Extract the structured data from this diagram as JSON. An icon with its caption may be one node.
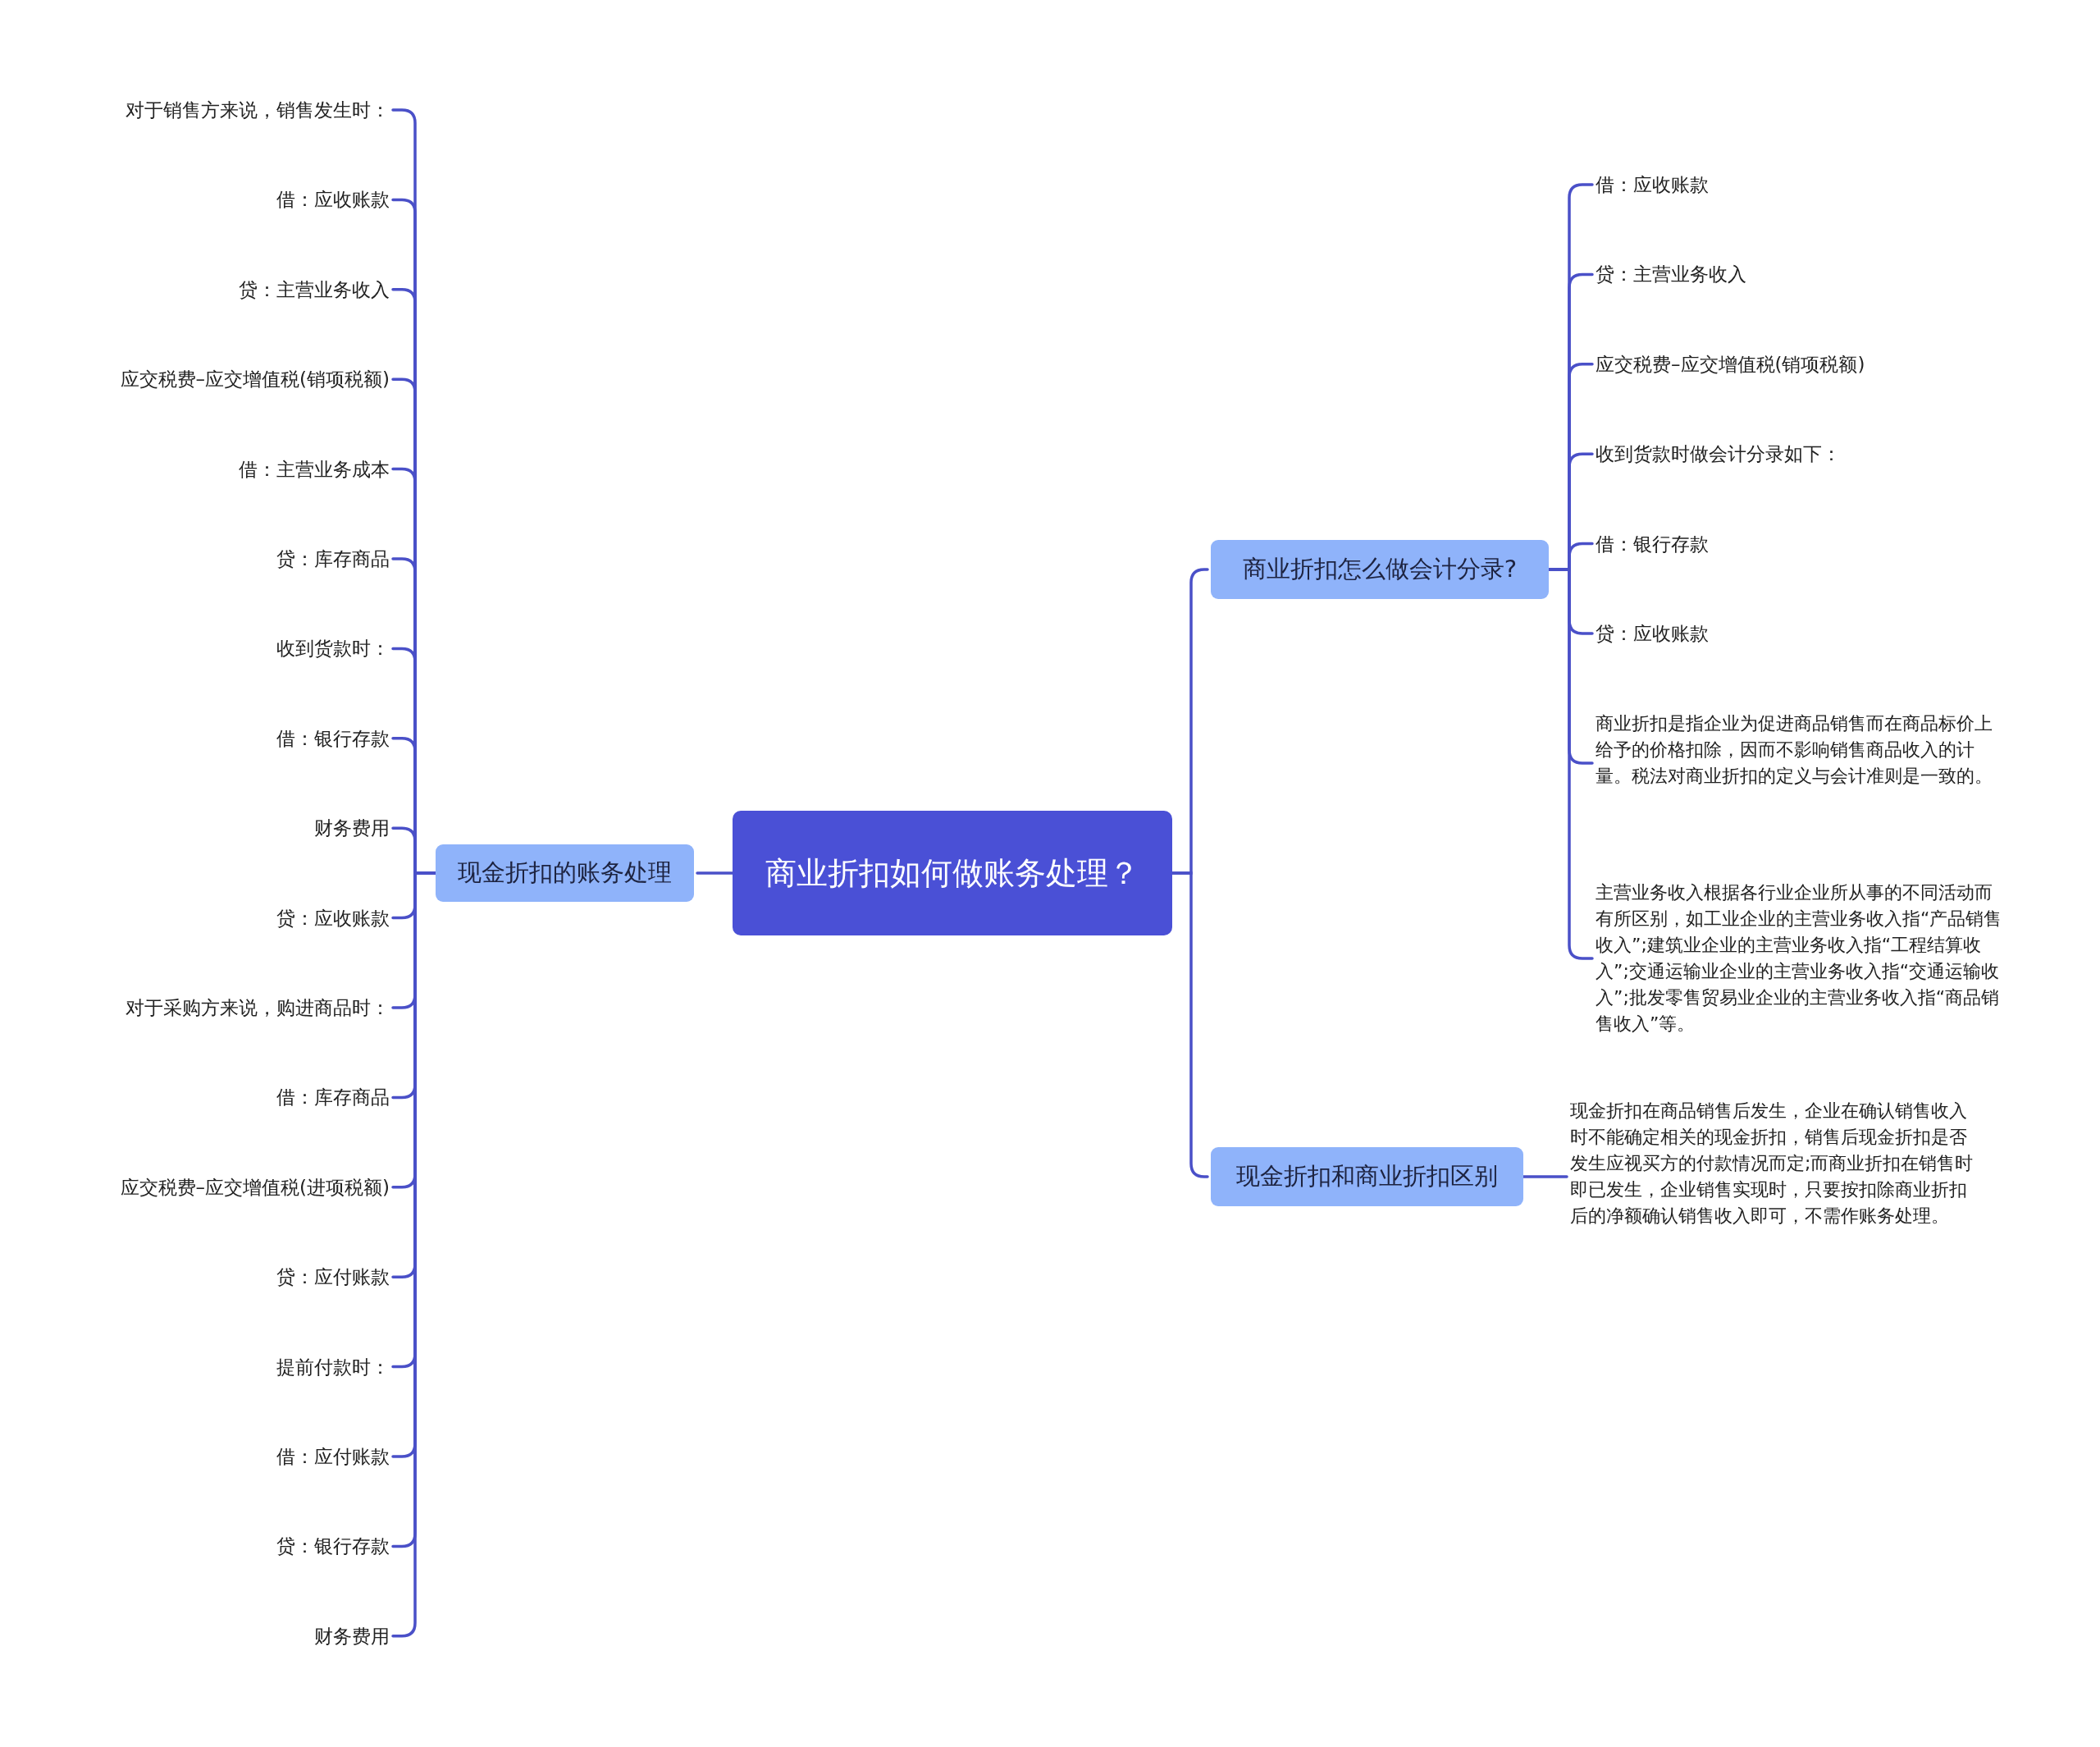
{
  "diagram": {
    "nodes": [
      {
        "text": [
          "商业折扣如何做账务处理？"
        ]
      },
      {
        "text": [
          "现金折扣的账务处理"
        ]
      },
      {
        "text": [
          "对于销售方来说，销售发生时："
        ]
      },
      {
        "text": [
          "借：应收账款"
        ]
      },
      {
        "text": [
          "贷：主营业务收入"
        ]
      },
      {
        "text": [
          "应交税费–应交增值税(销项税额)"
        ]
      },
      {
        "text": [
          "借：主营业务成本"
        ]
      },
      {
        "text": [
          "贷：库存商品"
        ]
      },
      {
        "text": [
          "收到货款时："
        ]
      },
      {
        "text": [
          "借：银行存款"
        ]
      },
      {
        "text": [
          "财务费用"
        ]
      },
      {
        "text": [
          "贷：应收账款"
        ]
      },
      {
        "text": [
          "对于采购方来说，购进商品时："
        ]
      },
      {
        "text": [
          "借：库存商品"
        ]
      },
      {
        "text": [
          "应交税费–应交增值税(进项税额)"
        ]
      },
      {
        "text": [
          "贷：应付账款"
        ]
      },
      {
        "text": [
          "提前付款时："
        ]
      },
      {
        "text": [
          "借：应付账款"
        ]
      },
      {
        "text": [
          "贷：银行存款"
        ]
      },
      {
        "text": [
          "财务费用"
        ]
      },
      {
        "text": [
          "商业折扣怎么做会计分录?"
        ]
      },
      {
        "text": [
          "借：应收账款"
        ]
      },
      {
        "text": [
          "贷：主营业务收入"
        ]
      },
      {
        "text": [
          "应交税费–应交增值税(销项税额)"
        ]
      },
      {
        "text": [
          "收到货款时做会计分录如下："
        ]
      },
      {
        "text": [
          "借：银行存款"
        ]
      },
      {
        "text": [
          "贷：应收账款"
        ]
      },
      {
        "text": [
          "商业折扣是指企业为促进商品销售而在商品标价上给予的价格扣除，因而不影响销售商品收入的计量。税法对商业折扣的定义与会计准则是一致的。"
        ]
      },
      {
        "text": [
          "主营业务收入根据各行业企业所从事的不同活动而有所区别，如工业企业的主营业务收入指“产品销售收入”;建筑业企业的主营业务收入指“工程结算收入”;交通运输业企业的主营业务收入指“交通运输收入”;批发零售贸易业企业的主营业务收入指“商品销售收入”等。"
        ]
      },
      {
        "text": [
          "现金折扣和商业折扣区别"
        ]
      },
      {
        "text": [
          "现金折扣在商品销售后发生，企业在确认销售收入时不能确定相关的现金折扣，销售后现金折扣是否发生应视买方的付款情况而定;而商业折扣在销售时即已发生，企业销售实现时，只要按扣除商业折扣后的净额确认销售收入即可，不需作账务处理。"
        ]
      }
    ],
    "edges": [
      {
        "from": 0,
        "to": 1,
        "arrow": "none"
      },
      {
        "from": 1,
        "to": 2,
        "arrow": "none"
      },
      {
        "from": 1,
        "to": 3,
        "arrow": "none"
      },
      {
        "from": 1,
        "to": 4,
        "arrow": "none"
      },
      {
        "from": 1,
        "to": 5,
        "arrow": "none"
      },
      {
        "from": 1,
        "to": 6,
        "arrow": "none"
      },
      {
        "from": 1,
        "to": 7,
        "arrow": "none"
      },
      {
        "from": 1,
        "to": 8,
        "arrow": "none"
      },
      {
        "from": 1,
        "to": 9,
        "arrow": "none"
      },
      {
        "from": 1,
        "to": 10,
        "arrow": "none"
      },
      {
        "from": 1,
        "to": 11,
        "arrow": "none"
      },
      {
        "from": 1,
        "to": 12,
        "arrow": "none"
      },
      {
        "from": 1,
        "to": 13,
        "arrow": "none"
      },
      {
        "from": 1,
        "to": 14,
        "arrow": "none"
      },
      {
        "from": 1,
        "to": 15,
        "arrow": "none"
      },
      {
        "from": 1,
        "to": 16,
        "arrow": "none"
      },
      {
        "from": 1,
        "to": 17,
        "arrow": "none"
      },
      {
        "from": 1,
        "to": 18,
        "arrow": "none"
      },
      {
        "from": 1,
        "to": 19,
        "arrow": "none"
      },
      {
        "from": 0,
        "to": 20,
        "arrow": "none"
      },
      {
        "from": 20,
        "to": 21,
        "arrow": "none"
      },
      {
        "from": 20,
        "to": 22,
        "arrow": "none"
      },
      {
        "from": 20,
        "to": 23,
        "arrow": "none"
      },
      {
        "from": 20,
        "to": 24,
        "arrow": "none"
      },
      {
        "from": 20,
        "to": 25,
        "arrow": "none"
      },
      {
        "from": 20,
        "to": 26,
        "arrow": "none"
      },
      {
        "from": 20,
        "to": 27,
        "arrow": "none"
      },
      {
        "from": 20,
        "to": 28,
        "arrow": "none"
      },
      {
        "from": 0,
        "to": 29,
        "arrow": "none"
      },
      {
        "from": 29,
        "to": 30,
        "arrow": "none"
      }
    ]
  }
}
